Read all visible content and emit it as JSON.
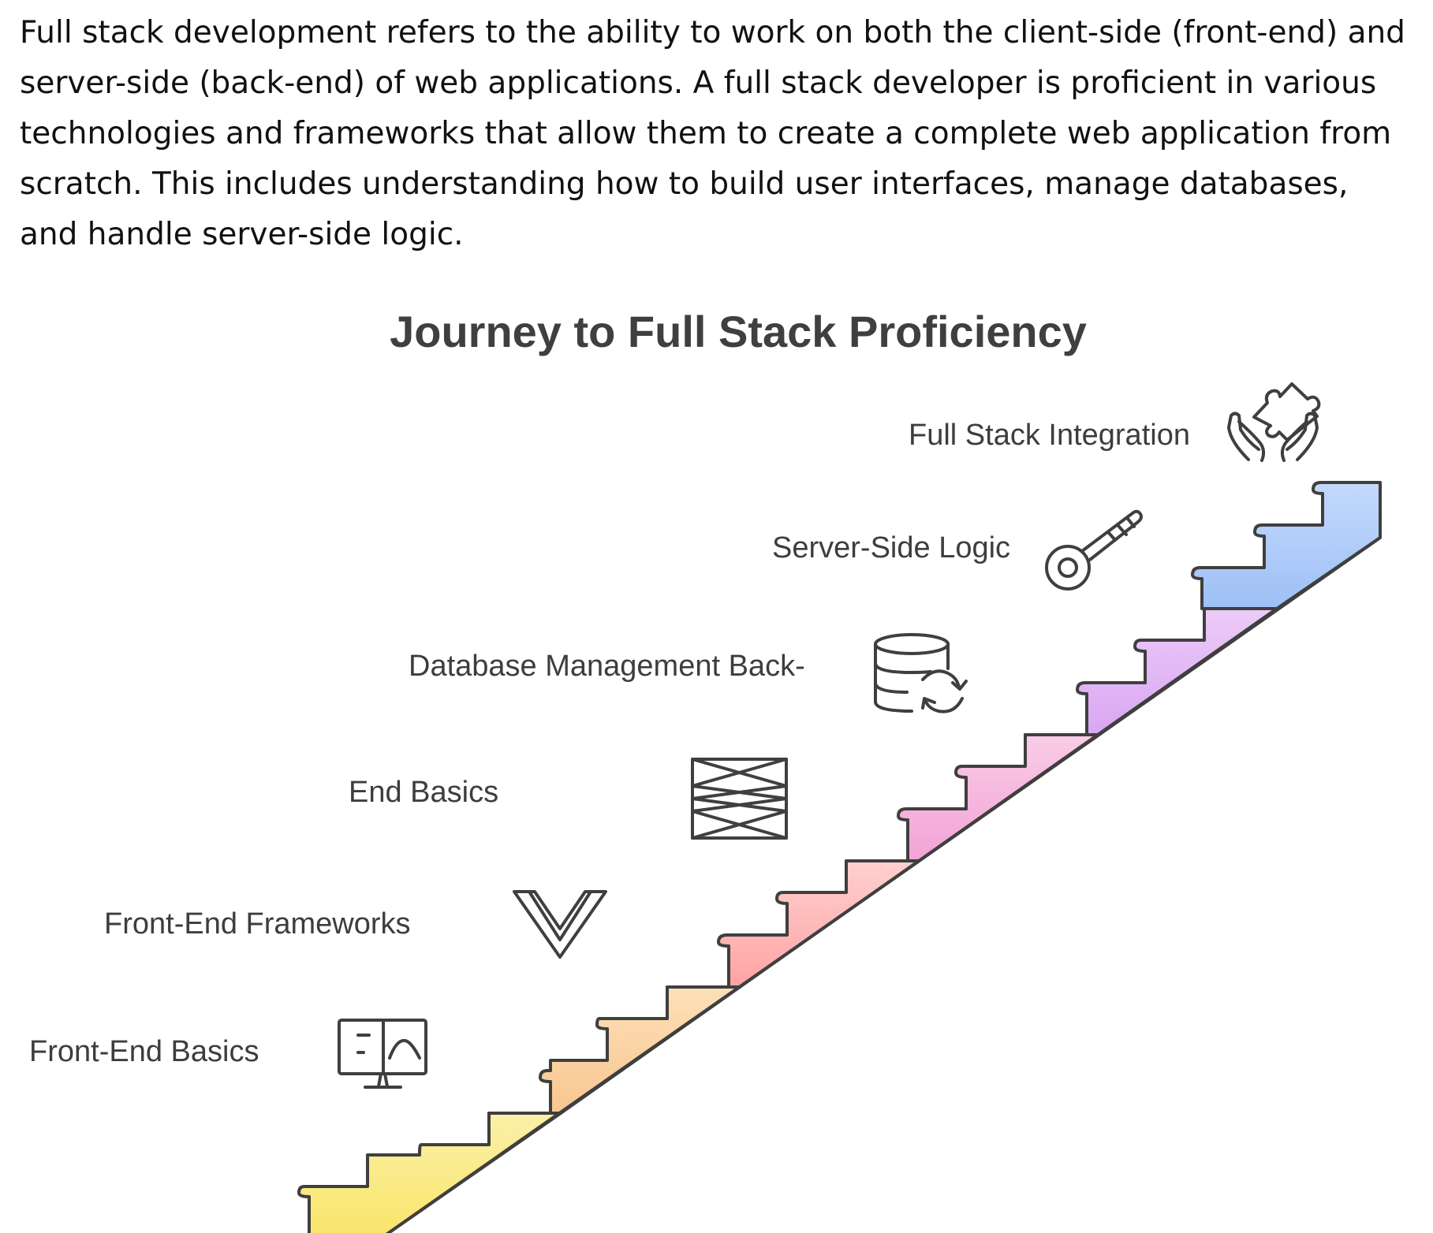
{
  "intro": {
    "text": "Full stack development refers to the ability to work on both the client-side (front-end) and server-side (back-end) of web applications. A full stack developer is proficient in various technologies and frameworks that allow them to create a complete web application from scratch. This includes understanding how to build user interfaces, manage databases, and handle server-side logic."
  },
  "diagram": {
    "title": "Journey to Full Stack Proficiency",
    "steps": [
      {
        "label": "Front-End Basics",
        "icon": "monitor-chart-icon",
        "color_top": "#fbf0a8",
        "color_bottom": "#f9e56a"
      },
      {
        "label": "Front-End Frameworks",
        "icon": "vue-logo-icon",
        "color_top": "#fde0b8",
        "color_bottom": "#f8c690"
      },
      {
        "label": "End Basics",
        "icon": "bowtie-icon",
        "color_top": "#ffd0d0",
        "color_bottom": "#ffa3a3"
      },
      {
        "label": "Database Management Back-",
        "icon": "database-sync-icon",
        "color_top": "#f9cce6",
        "color_bottom": "#f2a3d6"
      },
      {
        "label": "Server-Side Logic",
        "icon": "key-icon",
        "color_top": "#eccbf8",
        "color_bottom": "#d9a6f2"
      },
      {
        "label": "Full Stack Integration",
        "icon": "hands-puzzle-icon",
        "color_top": "#c3d9fb",
        "color_bottom": "#9ec0f6"
      }
    ],
    "stroke_color": "#3f3f3f"
  }
}
